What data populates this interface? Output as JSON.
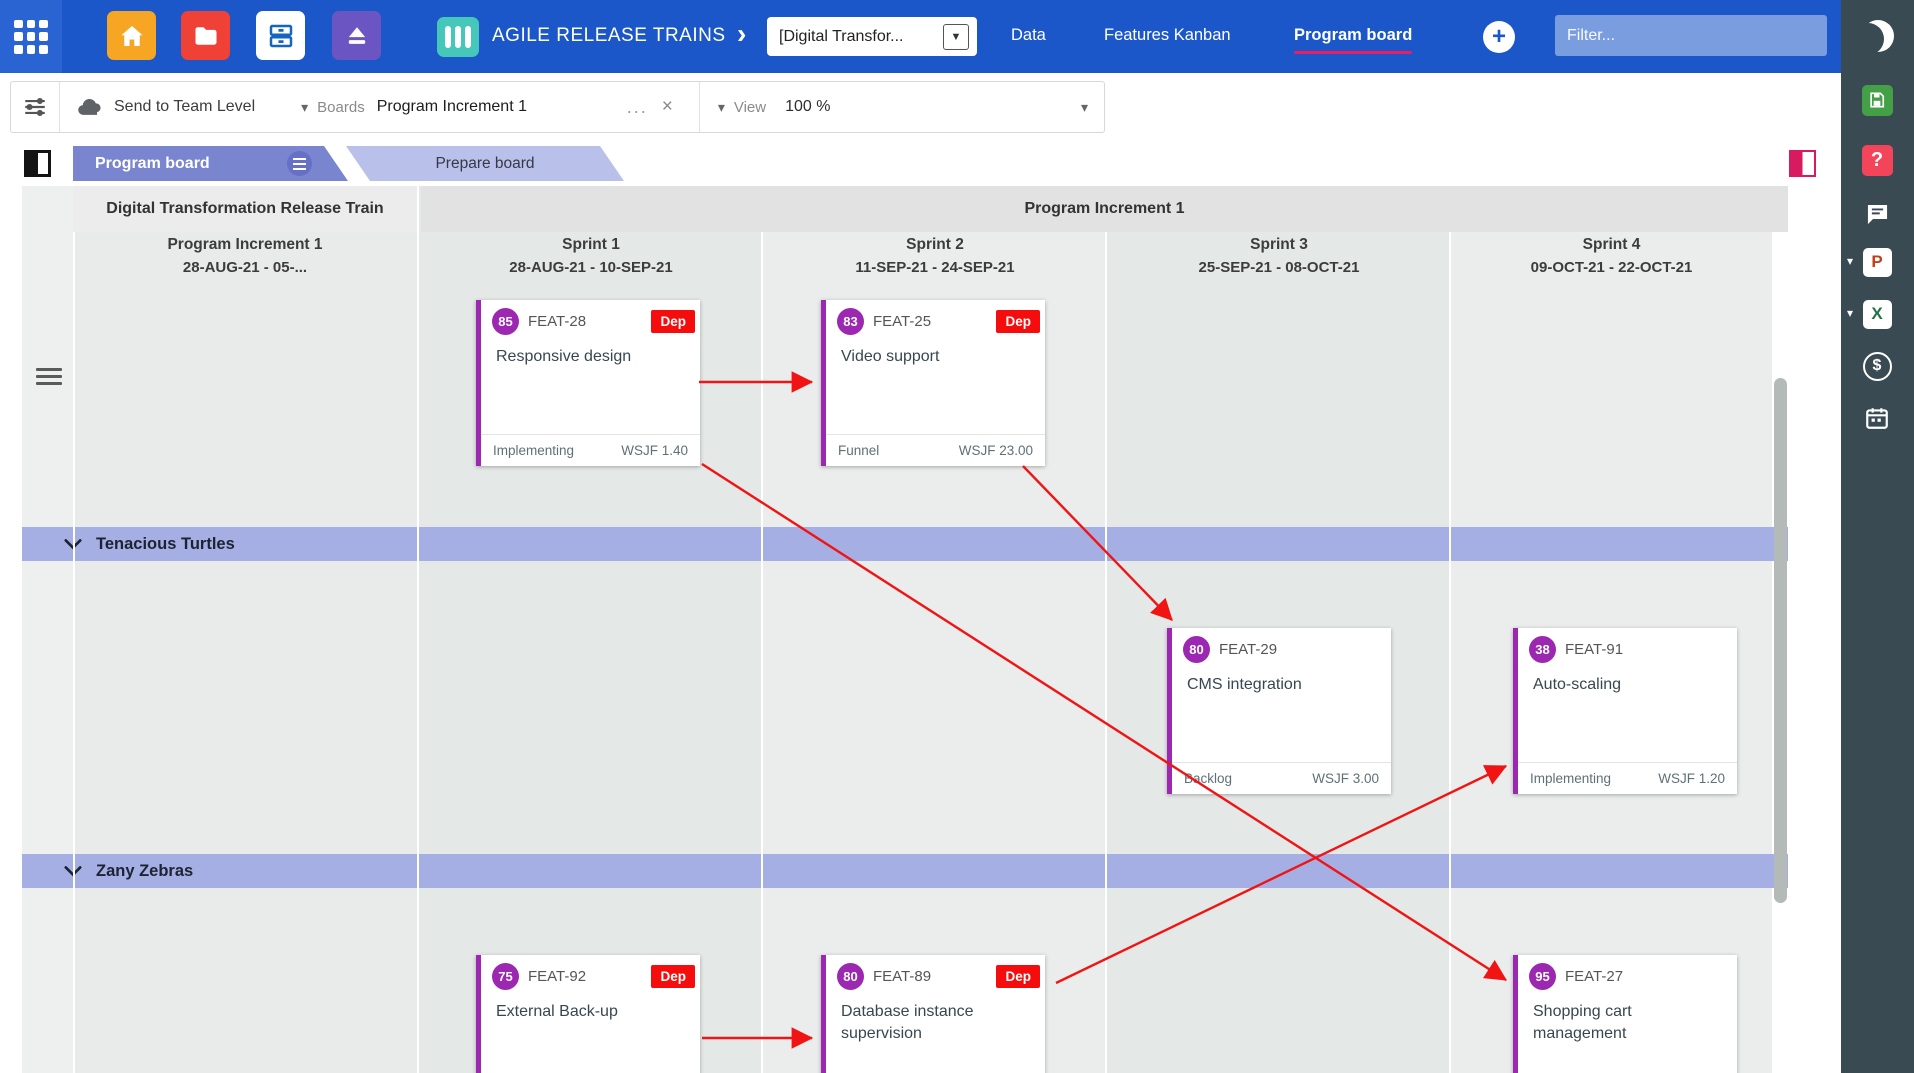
{
  "icons": {
    "plus": "+",
    "chevron_right": "›",
    "dropdown_arrow": "▼",
    "caret": "▾",
    "more": "...",
    "clear": "×",
    "help": "?",
    "powerpoint": "P",
    "excel": "X",
    "dollar": "$"
  },
  "topbar": {
    "breadcrumb": "AGILE RELEASE TRAINS",
    "train_selector": {
      "value": "[Digital Transfor..."
    },
    "nav": [
      {
        "label": "Data"
      },
      {
        "label": "Features Kanban"
      },
      {
        "label": "Program board"
      }
    ],
    "filter": {
      "placeholder": "Filter..."
    }
  },
  "toolbar": {
    "send_to_team": "Send to Team Level",
    "boards_label": "Boards",
    "boards_value": "Program Increment 1",
    "view_label": "View",
    "view_value": "100 %"
  },
  "board": {
    "tabs": [
      {
        "label": "Program board"
      },
      {
        "label": "Prepare board"
      }
    ],
    "train_name": "Digital Transformation Release Train",
    "pi_header": "Program Increment 1",
    "columns": [
      {
        "title": "Program Increment 1",
        "dates": "28-AUG-21 - 05-..."
      },
      {
        "title": "Sprint 1",
        "dates": "28-AUG-21 - 10-SEP-21"
      },
      {
        "title": "Sprint 2",
        "dates": "11-SEP-21 - 24-SEP-21"
      },
      {
        "title": "Sprint 3",
        "dates": "25-SEP-21 - 08-OCT-21"
      },
      {
        "title": "Sprint 4",
        "dates": "09-OCT-21 - 22-OCT-21"
      }
    ],
    "lanes": [
      {
        "name": "Tenacious Turtles"
      },
      {
        "name": "Zany Zebras"
      }
    ],
    "cards": [
      {
        "id": "FEAT-28",
        "score": "85",
        "dep": "Dep",
        "title": "Responsive design",
        "status": "Implementing",
        "wsjf": "WSJF 1.40"
      },
      {
        "id": "FEAT-25",
        "score": "83",
        "dep": "Dep",
        "title": "Video support",
        "status": "Funnel",
        "wsjf": "WSJF 23.00"
      },
      {
        "id": "FEAT-29",
        "score": "80",
        "title": "CMS integration",
        "status": "Backlog",
        "wsjf": "WSJF 3.00"
      },
      {
        "id": "FEAT-91",
        "score": "38",
        "title": "Auto-scaling",
        "status": "Implementing",
        "wsjf": "WSJF 1.20"
      },
      {
        "id": "FEAT-92",
        "score": "75",
        "dep": "Dep",
        "title": "External Back-up"
      },
      {
        "id": "FEAT-89",
        "score": "80",
        "dep": "Dep",
        "title": "Database instance supervision"
      },
      {
        "id": "FEAT-27",
        "score": "95",
        "title": "Shopping cart management"
      }
    ]
  },
  "colors": {
    "topbar": "#1b57c8",
    "accent": "#e91e63",
    "card_accent": "#9c27b0",
    "dep_badge": "#f50d0d",
    "arrow": "#f01414",
    "lane_band": "#a6afe4"
  }
}
